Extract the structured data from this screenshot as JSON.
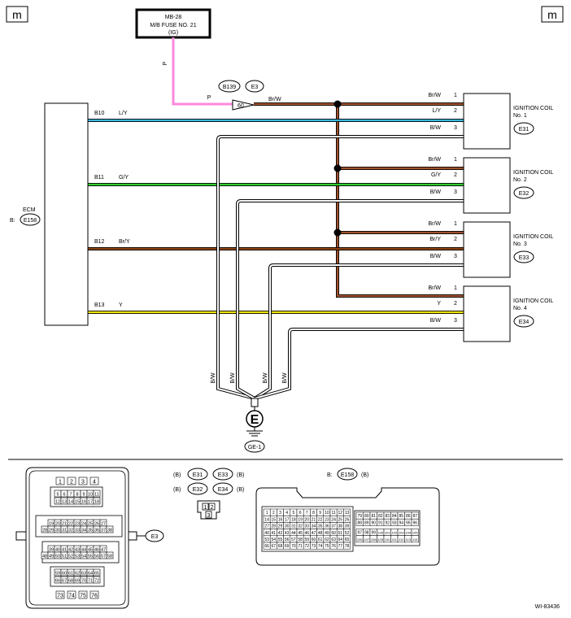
{
  "corner_marks": {
    "left": "m",
    "right": "m"
  },
  "fuse": {
    "line1": "MB-28",
    "line2": "M/B FUSE NO. 21",
    "line3": "(IG)"
  },
  "fuse_wire": {
    "color_code": "P",
    "color": "#ff88dd"
  },
  "connector_refs": {
    "b139": "B139",
    "e3": "E3"
  },
  "junction": {
    "pin": "60",
    "wire_out": "Br/W"
  },
  "ecm": {
    "label": "ECM",
    "conn_prefix": "B:",
    "conn": "E158"
  },
  "ecm_pins": [
    {
      "pin": "B10",
      "wire": "L/Y",
      "color": "#3ab6e0"
    },
    {
      "pin": "B11",
      "wire": "G/Y",
      "color": "#2ecc2e"
    },
    {
      "pin": "B12",
      "wire": "Br/Y",
      "color": "#8b4513"
    },
    {
      "pin": "B13",
      "wire": "Y",
      "color": "#f0e600"
    }
  ],
  "coils": [
    {
      "name": "IGNITION COIL",
      "no": "No. 1",
      "conn": "E31",
      "pins": [
        {
          "n": "1",
          "w": "Br/W"
        },
        {
          "n": "2",
          "w": "L/Y"
        },
        {
          "n": "3",
          "w": "B/W"
        }
      ]
    },
    {
      "name": "IGNITION COIL",
      "no": "No. 2",
      "conn": "E32",
      "pins": [
        {
          "n": "1",
          "w": "Br/W"
        },
        {
          "n": "2",
          "w": "G/Y"
        },
        {
          "n": "3",
          "w": "B/W"
        }
      ]
    },
    {
      "name": "IGNITION COIL",
      "no": "No. 3",
      "conn": "E33",
      "pins": [
        {
          "n": "1",
          "w": "Br/W"
        },
        {
          "n": "2",
          "w": "Br/Y"
        },
        {
          "n": "3",
          "w": "B/W"
        }
      ]
    },
    {
      "name": "IGNITION COIL",
      "no": "No. 4",
      "conn": "E34",
      "pins": [
        {
          "n": "1",
          "w": "Br/W"
        },
        {
          "n": "2",
          "w": "Y"
        },
        {
          "n": "3",
          "w": "B/W"
        }
      ]
    }
  ],
  "colors": {
    "brw": "#a0522d",
    "bw_outline": "#000000",
    "bw_fill": "#ffffff"
  },
  "ground_wires": [
    "B/W",
    "B/W",
    "B/W",
    "B/W"
  ],
  "ground": {
    "symbol": "E",
    "label": "GE-1"
  },
  "e3_connector": {
    "label": "E3",
    "rows": [
      [
        "1",
        "2",
        "3",
        "4"
      ],
      [
        "5",
        "6",
        "7",
        "8",
        "9",
        "10",
        "11"
      ],
      [
        "12",
        "13",
        "14",
        "15",
        "16",
        "17",
        "18"
      ],
      [
        "19",
        "20",
        "21",
        "22",
        "23",
        "24",
        "25",
        "26",
        "27"
      ],
      [
        "28",
        "29",
        "30",
        "31",
        "32",
        "33",
        "34",
        "35",
        "36",
        "37",
        "38"
      ],
      [
        "39",
        "40",
        "41",
        "42",
        "43",
        "44",
        "45",
        "46",
        "47"
      ],
      [
        "48",
        "49",
        "50",
        "51",
        "52",
        "53",
        "54",
        "55",
        "56",
        "57",
        "58"
      ],
      [
        "59",
        "60",
        "61",
        "62",
        "63",
        "64",
        "65"
      ],
      [
        "66",
        "67",
        "68",
        "69",
        "70",
        "71",
        "72"
      ],
      [
        "73",
        "74",
        "75",
        "76"
      ]
    ]
  },
  "coil_connector": {
    "b_left": "(B)",
    "b_right": "(B)",
    "refs_top": [
      "E31",
      "E33"
    ],
    "refs_bottom": [
      "E32",
      "E34"
    ],
    "pins": [
      "1",
      "2",
      "3"
    ]
  },
  "ecm_connector": {
    "prefix": "B:",
    "label": "E158",
    "suffix": "(B)",
    "left_rows": [
      [
        "1",
        "2",
        "3",
        "4",
        "5",
        "6",
        "7",
        "8",
        "9",
        "10",
        "11",
        "12",
        "13"
      ],
      [
        "14",
        "15",
        "16",
        "17",
        "18",
        "19",
        "20",
        "21",
        "22",
        "23",
        "24",
        "25",
        "26"
      ],
      [
        "27",
        "28",
        "29",
        "30",
        "31",
        "32",
        "33",
        "34",
        "35",
        "36",
        "37",
        "38",
        "39"
      ],
      [
        "40",
        "41",
        "42",
        "43",
        "44",
        "45",
        "46",
        "47",
        "48",
        "49",
        "50",
        "51",
        "52"
      ],
      [
        "53",
        "54",
        "55",
        "56",
        "57",
        "58",
        "59",
        "60",
        "61",
        "62",
        "63",
        "64",
        "65"
      ],
      [
        "66",
        "67",
        "68",
        "69",
        "70",
        "71",
        "72",
        "73",
        "74",
        "75",
        "76",
        "77",
        "78"
      ]
    ],
    "right_rows": [
      [
        "79",
        "80",
        "81",
        "82",
        "83",
        "84",
        "85",
        "86",
        "87"
      ],
      [
        "88",
        "89",
        "90",
        "91",
        "92",
        "93",
        "94",
        "95",
        "96"
      ],
      [
        "97",
        "98",
        "99",
        "100",
        "101",
        "102",
        "103",
        "104",
        "105"
      ],
      [
        "106",
        "107",
        "108",
        "109",
        "110",
        "111",
        "112",
        "113",
        "114"
      ]
    ]
  },
  "figure_id": "WI-83436"
}
